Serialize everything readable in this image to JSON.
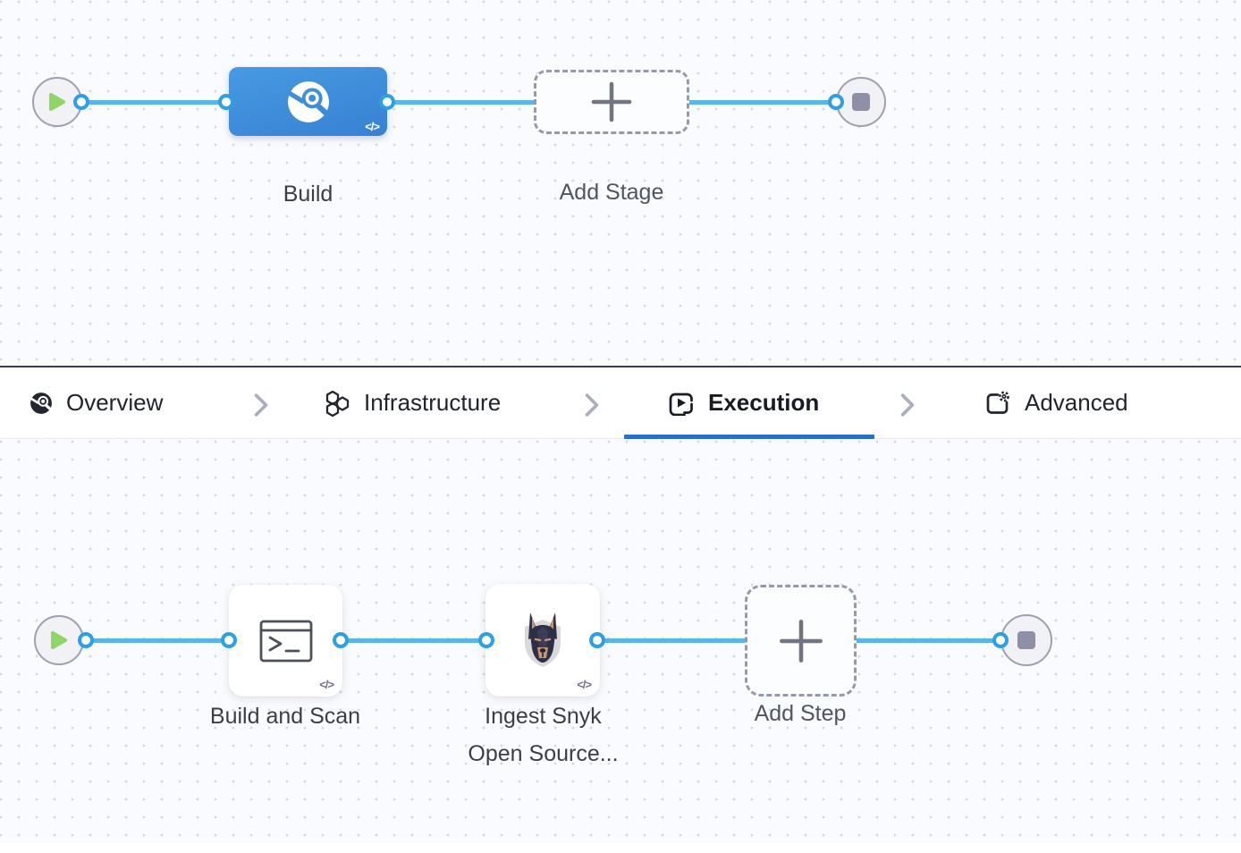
{
  "stage_canvas": {
    "stage": {
      "label": "Build",
      "code_badge": "</>",
      "icon": "ci-build-icon",
      "accent_color": "#3E88DC"
    },
    "add_stage": {
      "label": "Add Stage",
      "icon": "plus-icon"
    },
    "start_icon": "play-icon",
    "end_icon": "stop-icon"
  },
  "tab_bar": {
    "tabs": [
      {
        "label": "Overview",
        "icon": "ci-overview-icon",
        "active": false
      },
      {
        "label": "Infrastructure",
        "icon": "infrastructure-hexagons-icon",
        "active": false
      },
      {
        "label": "Execution",
        "icon": "execution-play-square-icon",
        "active": true
      },
      {
        "label": "Advanced",
        "icon": "advanced-gear-square-icon",
        "active": false
      }
    ],
    "separator_icon": "chevron-right-icon",
    "active_underline_color": "#2B6FCE"
  },
  "step_canvas": {
    "steps": [
      {
        "label": "Build and Scan",
        "icon": "terminal-run-icon",
        "code_badge": "</>"
      },
      {
        "label_line1": "Ingest Snyk",
        "label_line2": "Open Source...",
        "icon": "snyk-doberman-icon",
        "code_badge": "</>"
      }
    ],
    "add_step": {
      "label": "Add Step",
      "icon": "plus-icon"
    },
    "start_icon": "play-icon",
    "end_icon": "stop-icon"
  },
  "colors": {
    "connector_blue": "#57B5EA",
    "port_blue": "#2E9FE6",
    "play_green": "#8FD567",
    "stop_gray": "#8D90A6",
    "canvas_bg": "#FAFBFF"
  }
}
